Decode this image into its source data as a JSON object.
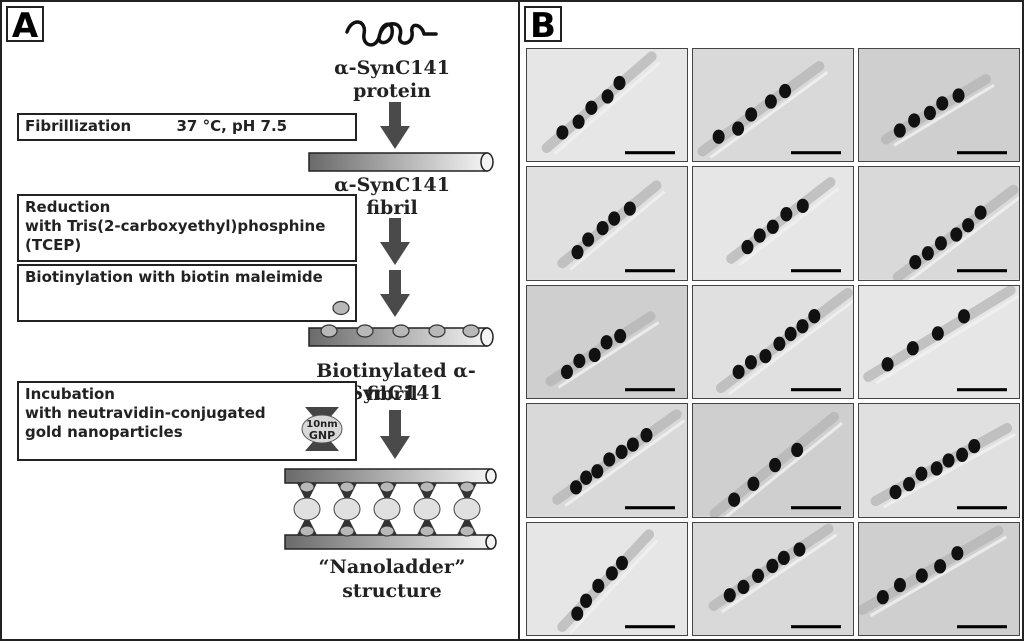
{
  "panel_a": {
    "label": "A",
    "protein_name": "α-SynC141",
    "protein_word": "protein",
    "fibrillization_label": "Fibrillization",
    "fibrillization_conditions": "37 °C, pH 7.5",
    "fibril_name": "α-SynC141",
    "fibril_word": "fibril",
    "reduction_lines": [
      "Reduction",
      "with Tris(2-carboxyethyl)phosphine",
      "(TCEP)"
    ],
    "biotinylation_label": "Biotinylation with biotin maleimide",
    "biotinylated_name": "Biotinylated α-SynC141",
    "biotinylated_word": "fibril",
    "incubation_lines": [
      "Incubation",
      "with neutravidin-conjugated",
      "gold nanoparticles"
    ],
    "gnp_size": "10nm",
    "gnp_label": "GNP",
    "nanoladder_name": "“Nanoladder”",
    "nanoladder_word": "structure"
  },
  "panel_b": {
    "label": "B",
    "micrograph_count": 15
  },
  "colors": {
    "border": "#222222",
    "arrow": "#4a4a4a",
    "particle": "#b8b8b8"
  }
}
